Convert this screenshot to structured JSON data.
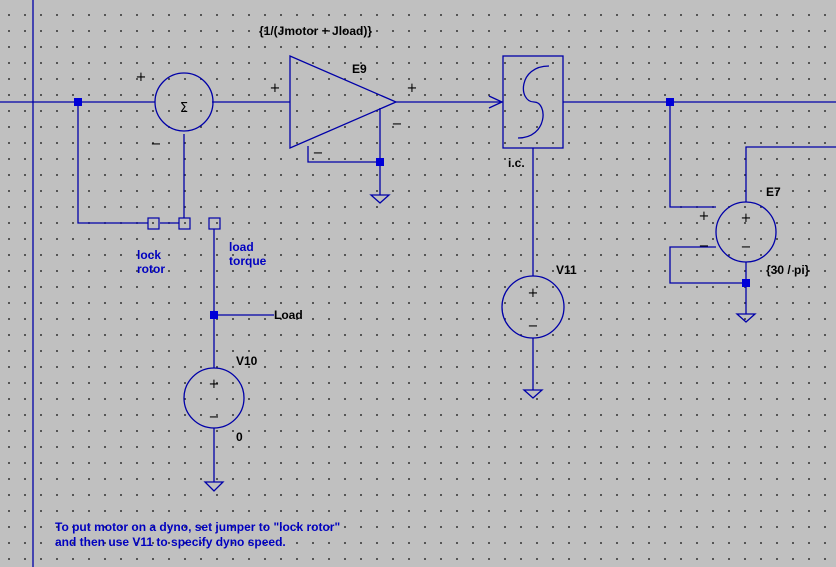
{
  "labels": {
    "e9_name": "E9",
    "e9_gain": "{1/(Jmotor + Jload)}",
    "e7_name": "E7",
    "e7_gain": "{30 / pi}",
    "integrator_ic": "i.c.",
    "v11_name": "V11",
    "v10_name": "V10",
    "v10_value": "0",
    "load_net": "Load",
    "lock_rotor_line1": "lock",
    "lock_rotor_line2": "rotor",
    "load_torque_line1": "load",
    "load_torque_line2": "torque",
    "note_line1": "To put motor on a dyno, set jumper to \"lock rotor\"",
    "note_line2": "and then use V11 to specify dyno speed."
  },
  "symbols": {
    "plus": "+",
    "minus": "−",
    "sigma": "Σ"
  },
  "colors": {
    "wire": "#0000a8",
    "junction": "#0000d8",
    "comment_text": "#0000c0",
    "label_text": "#000000",
    "background": "#c0c0c0"
  }
}
